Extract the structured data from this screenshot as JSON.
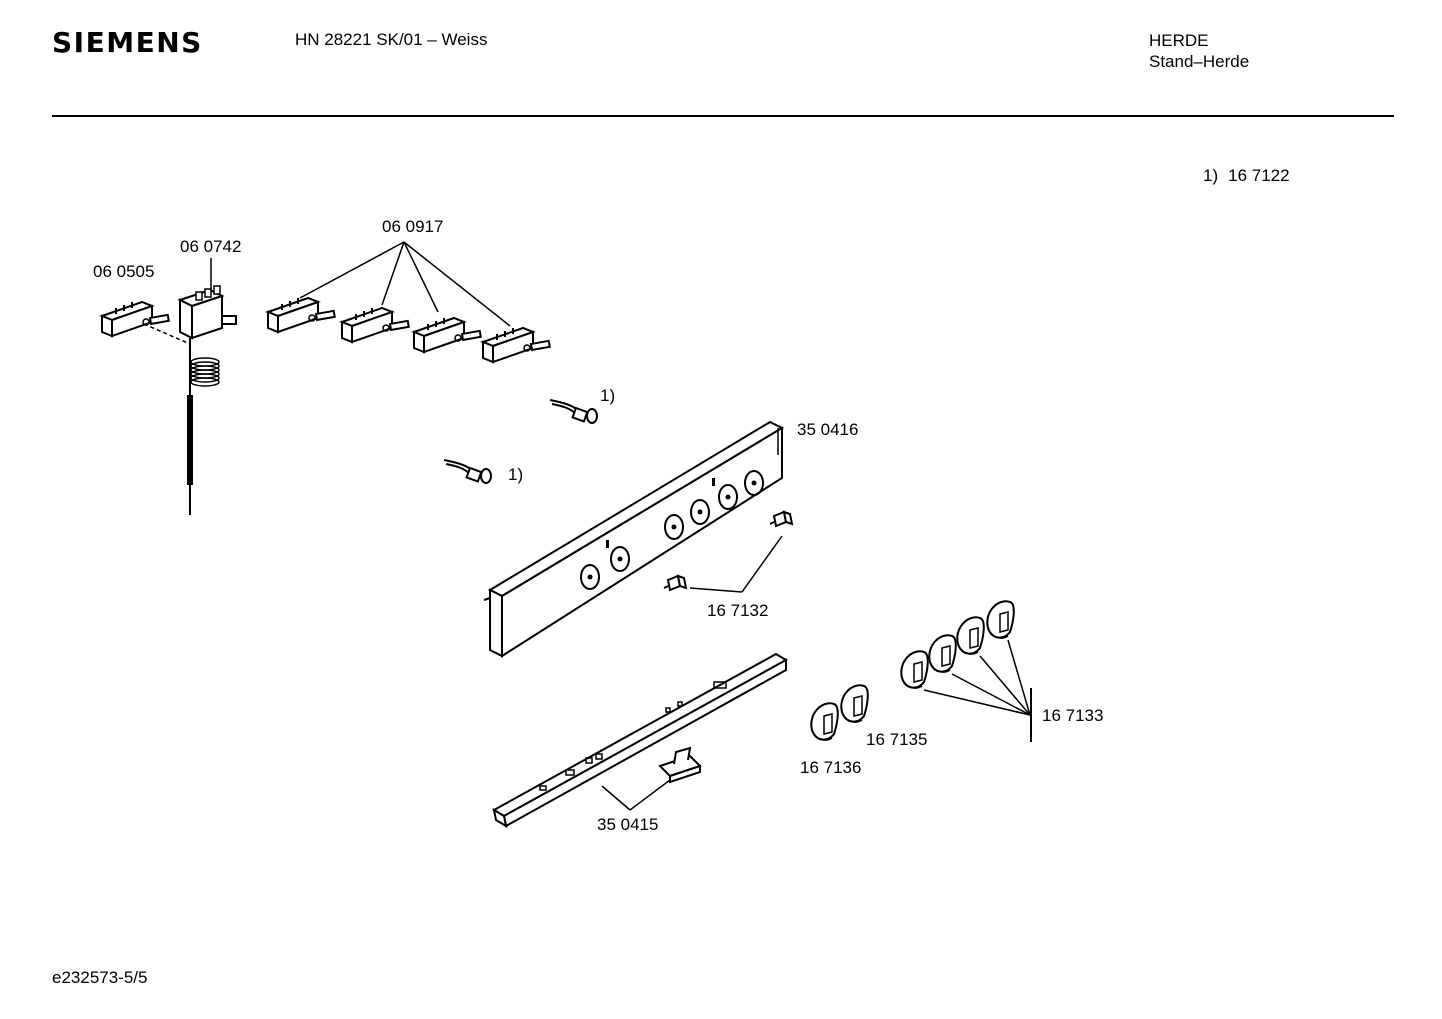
{
  "header": {
    "brand": "SIEMENS",
    "model": "HN 28221 SK/01 – Weiss",
    "category": "HERDE",
    "subcategory": "Stand–Herde"
  },
  "footnote": {
    "marker": "1)",
    "part": "16 7122"
  },
  "parts": {
    "p060505": "06 0505",
    "p060742": "06 0742",
    "p060917": "06 0917",
    "p350416": "35 0416",
    "p167132": "16 7132",
    "p167133": "16 7133",
    "p167135": "16 7135",
    "p167136": "16 7136",
    "p350415": "35 0415"
  },
  "refs": {
    "lamp_ref": "1)"
  },
  "footer": {
    "doc_id": "e232573-5/5"
  }
}
